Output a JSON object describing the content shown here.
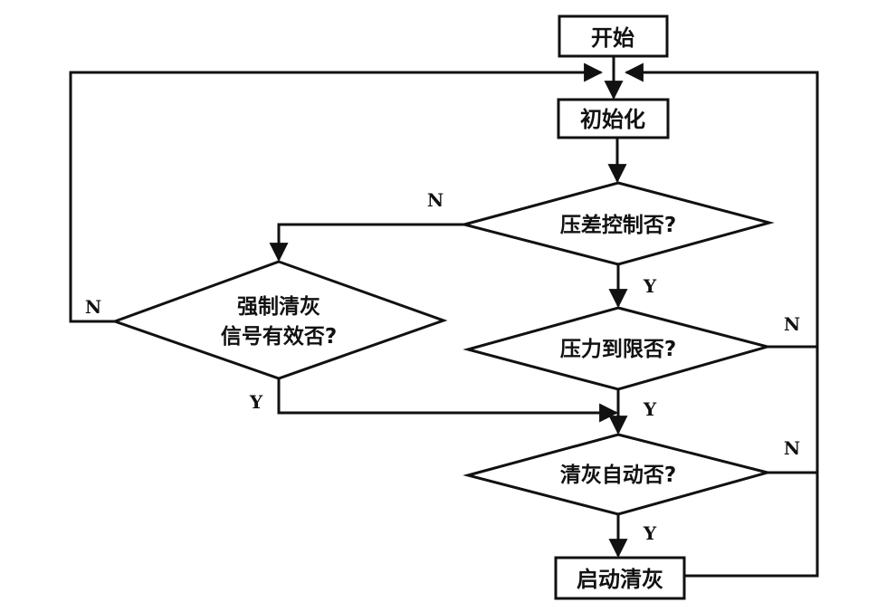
{
  "diagram": {
    "type": "flowchart",
    "colors": {
      "stroke": "#111111",
      "background": "#ffffff"
    },
    "nodes": {
      "start": {
        "label": "开始",
        "shape": "rect"
      },
      "init": {
        "label": "初始化",
        "shape": "rect"
      },
      "pressure_diff_ctrl": {
        "label": "压差控制否?",
        "shape": "diamond"
      },
      "force_clean_signal": {
        "label_line1": "强制清灰",
        "label_line2": "信号有效否?",
        "shape": "diamond"
      },
      "pressure_limit": {
        "label": "压力到限否?",
        "shape": "diamond"
      },
      "auto_clean": {
        "label": "清灰自动否?",
        "shape": "diamond"
      },
      "start_clean": {
        "label": "启动清灰",
        "shape": "rect"
      }
    },
    "edge_labels": {
      "pressure_diff_ctrl_no": "N",
      "pressure_diff_ctrl_yes": "Y",
      "force_clean_no": "N",
      "force_clean_yes": "Y",
      "pressure_limit_no": "N",
      "pressure_limit_yes": "Y",
      "auto_clean_no": "N",
      "auto_clean_yes": "Y"
    },
    "edges": [
      {
        "from": "start",
        "to": "init"
      },
      {
        "from": "init",
        "to": "pressure_diff_ctrl"
      },
      {
        "from": "pressure_diff_ctrl",
        "to": "pressure_limit",
        "label": "Y"
      },
      {
        "from": "pressure_diff_ctrl",
        "to": "force_clean_signal",
        "label": "N"
      },
      {
        "from": "force_clean_signal",
        "to": "init",
        "label": "N"
      },
      {
        "from": "force_clean_signal",
        "to": "auto_clean",
        "label": "Y"
      },
      {
        "from": "pressure_limit",
        "to": "auto_clean",
        "label": "Y"
      },
      {
        "from": "pressure_limit",
        "to": "init",
        "label": "N"
      },
      {
        "from": "auto_clean",
        "to": "start_clean",
        "label": "Y"
      },
      {
        "from": "auto_clean",
        "to": "init",
        "label": "N"
      },
      {
        "from": "start_clean",
        "to": "init"
      }
    ]
  }
}
